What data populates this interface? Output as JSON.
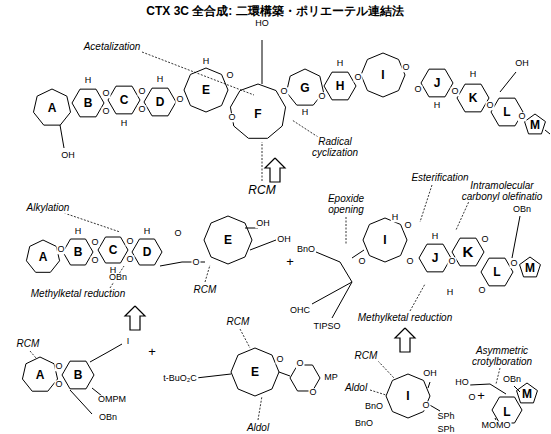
{
  "diagram": {
    "title": "CTX 3C 全合成: 二環構築・ポリエーテル連結法",
    "labels": [
      "Acetalization",
      "HO",
      "A",
      "B",
      "C",
      "D",
      "E",
      "F",
      "G",
      "H",
      "I",
      "J",
      "K",
      "L",
      "M",
      "OH",
      "OH",
      "Radical cyclization",
      "RCM",
      "O",
      "O",
      "O",
      "O",
      "O",
      "O",
      "O",
      "O",
      "O",
      "O",
      "O",
      "O",
      "O",
      "O",
      "O",
      "H",
      "H",
      "H",
      "H",
      "H",
      "H",
      "H",
      "H",
      "Alkylation",
      "A",
      "B",
      "C",
      "D",
      "E",
      "O",
      "O",
      "O",
      "O",
      "O",
      "O",
      "O",
      "H",
      "H",
      "H",
      "OBn",
      "Methylketal reduction",
      "RCM",
      "OH",
      "OH",
      "+",
      "Epoxide opening",
      "Esterification",
      "Intramolecular carbonyl olefinatio",
      "OBn",
      "BnO",
      "OHC",
      "TIPSO",
      "I",
      "J",
      "K",
      "L",
      "M",
      "O",
      "O",
      "O",
      "O",
      "O",
      "O",
      "O",
      "H",
      "H",
      "H",
      "Methylketal reduction",
      "RCM",
      "A",
      "B",
      "O",
      "O",
      "I",
      "OMPM",
      "OBn",
      "+",
      "t-BuO₂C",
      "RCM",
      "E",
      "O",
      "O",
      "O",
      "MP",
      "Aldol",
      "RCM",
      "Aldol",
      "BnO",
      "BnO",
      "I",
      "O",
      "OH",
      "SPh",
      "SPh",
      "+",
      "Asymmetric crotylboration",
      "HO",
      "O",
      "OBn",
      "M",
      "L",
      "MOMO"
    ]
  }
}
